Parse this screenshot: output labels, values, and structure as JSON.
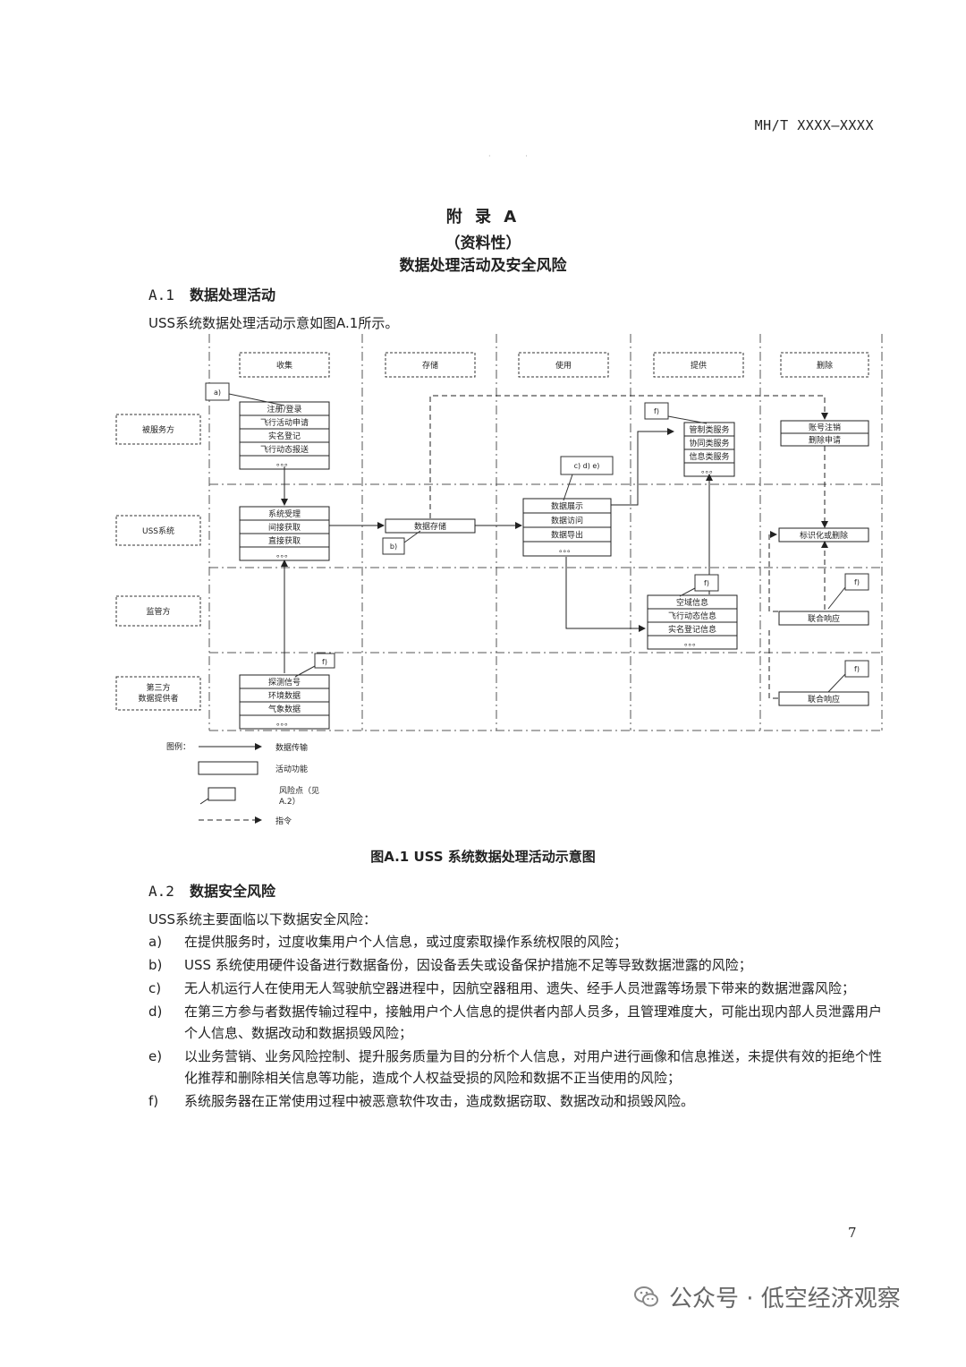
{
  "header": {
    "code": "MH/T XXXX—XXXX"
  },
  "title": {
    "appendix": "附 录 A",
    "nature": "（资料性）",
    "name": "数据处理活动及安全风险"
  },
  "section1": {
    "number": "A.1",
    "heading": "数据处理活动",
    "intro": "USS系统数据处理活动示意如图A.1所示。"
  },
  "diagram": {
    "columns": [
      "收集",
      "存储",
      "使用",
      "提供",
      "删除"
    ],
    "lanes": [
      "被服务方",
      "USS系统",
      "监管方",
      "第三方数据提供者"
    ],
    "collect_user": [
      "注册/登录",
      "飞行活动申请",
      "实名登记",
      "飞行动态报送",
      "。。。"
    ],
    "collect_uss": [
      "系统受理",
      "间接获取",
      "直接获取",
      "。。。"
    ],
    "collect_third": [
      "探测信号",
      "环境数据",
      "气象数据",
      "。。。"
    ],
    "store": [
      "数据存储"
    ],
    "use": [
      "数据展示",
      "数据访问",
      "数据导出",
      "。。。"
    ],
    "provide_user": [
      "管制类服务",
      "协同类服务",
      "信息类服务",
      "。。。"
    ],
    "provide_reg": [
      "空域信息",
      "飞行动态信息",
      "实名登记信息",
      "。。。"
    ],
    "delete_user": [
      "账号注销",
      "删除申请"
    ],
    "delete_uss": [
      "标识化或删除"
    ],
    "delete_reg": [
      "联合响应"
    ],
    "delete_third": [
      "联合响应"
    ],
    "risk_labels": {
      "a": "a)",
      "b": "b)",
      "cde": "c) d) e)",
      "f1": "f)",
      "f2": "f)",
      "f3": "f)",
      "f4": "f)",
      "f5": "f)"
    },
    "legend": {
      "title": "图例：",
      "transfer": "数据传输",
      "activity": "活动功能",
      "risk": "风险点（见A.2）",
      "command": "指令"
    }
  },
  "caption": "图A.1 USS 系统数据处理活动示意图",
  "section2": {
    "number": "A.2",
    "heading": "数据安全风险",
    "intro": "USS系统主要面临以下数据安全风险：",
    "items": [
      {
        "marker": "a)",
        "text": "在提供服务时，过度收集用户个人信息，或过度索取操作系统权限的风险；"
      },
      {
        "marker": "b)",
        "text": "USS 系统使用硬件设备进行数据备份，因设备丢失或设备保护措施不足等导致数据泄露的风险；"
      },
      {
        "marker": "c)",
        "text": "无人机运行人在使用无人驾驶航空器进程中，因航空器租用、遗失、经手人员泄露等场景下带来的数据泄露风险；"
      },
      {
        "marker": "d)",
        "text": "在第三方参与者数据传输过程中，接触用户个人信息的提供者内部人员多，且管理难度大，可能出现内部人员泄露用户个人信息、数据改动和数据损毁风险；"
      },
      {
        "marker": "e)",
        "text": "以业务营销、业务风险控制、提升服务质量为目的分析个人信息，对用户进行画像和信息推送，未提供有效的拒绝个性化推荐和删除相关信息等功能，造成个人权益受损的风险和数据不正当使用的风险；"
      },
      {
        "marker": "f)",
        "text": "系统服务器在正常使用过程中被恶意软件攻击，造成数据窃取、数据改动和损毁风险。"
      }
    ]
  },
  "page_number": "7",
  "watermark": "公众号 · 低空经济观察"
}
